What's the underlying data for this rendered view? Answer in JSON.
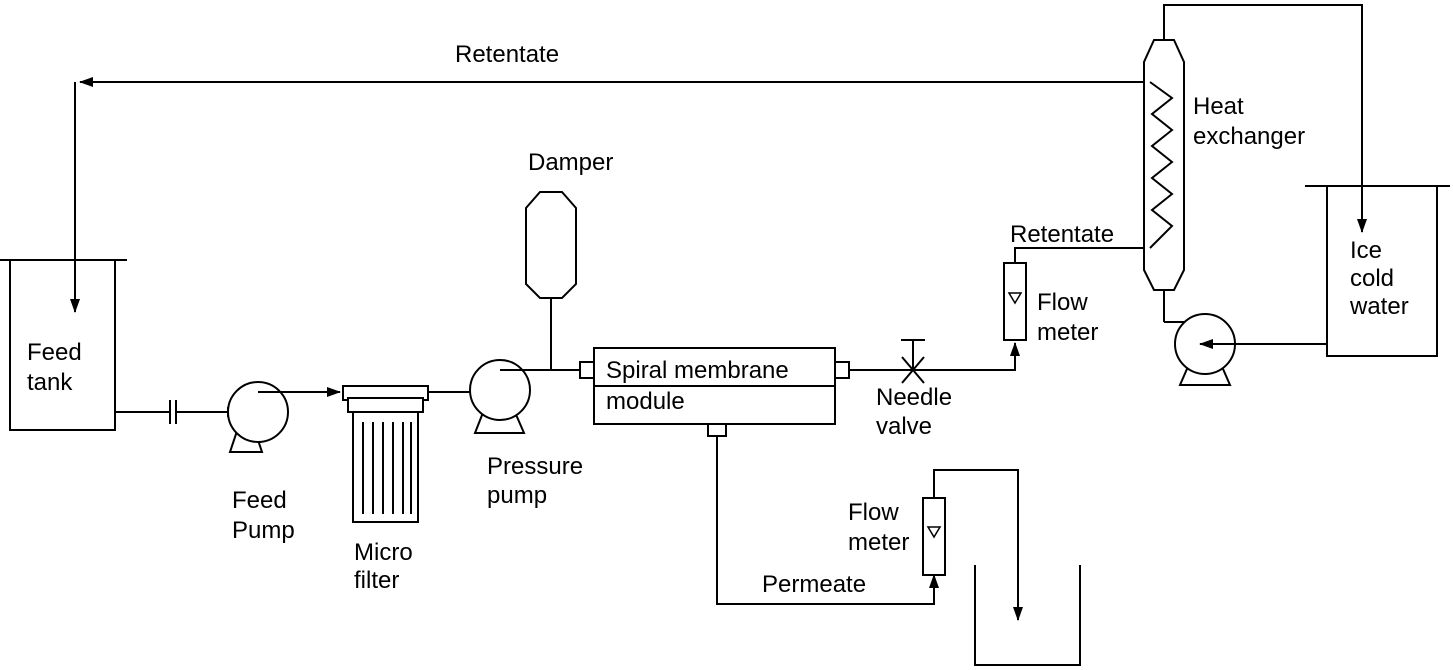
{
  "labels": {
    "retentate_top": "Retentate",
    "retentate_side": "Retentate",
    "damper": "Damper",
    "heat_exchanger_1": "Heat",
    "heat_exchanger_2": "exchanger",
    "ice_1": "Ice",
    "ice_2": "cold",
    "ice_3": "water",
    "feed_tank_1": "Feed",
    "feed_tank_2": "tank",
    "feed_pump_1": "Feed",
    "feed_pump_2": "Pump",
    "micro_filter_1": "Micro",
    "micro_filter_2": "filter",
    "pressure_pump_1": "Pressure",
    "pressure_pump_2": "pump",
    "membrane_1": "Spiral membrane",
    "membrane_2": "module",
    "needle_valve_1": "Needle",
    "needle_valve_2": "valve",
    "flow_meter_top_1": "Flow",
    "flow_meter_top_2": "meter",
    "flow_meter_bottom_1": "Flow",
    "flow_meter_bottom_2": "meter",
    "permeate": "Permeate"
  }
}
